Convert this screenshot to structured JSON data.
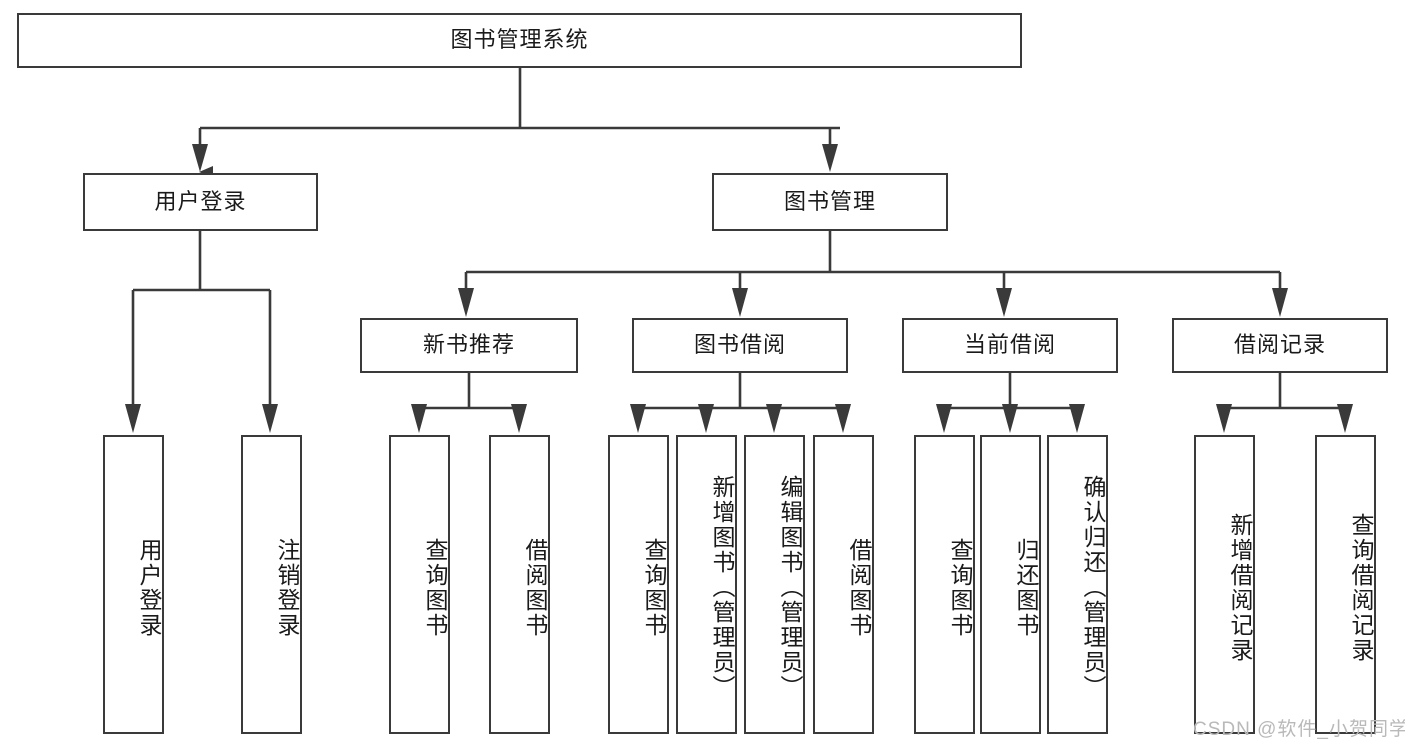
{
  "diagram": {
    "type": "tree-hierarchy-flowchart",
    "title_node": {
      "id": "root",
      "label": "图书管理系统"
    },
    "level1": [
      {
        "id": "user-login",
        "label": "用户登录"
      },
      {
        "id": "book-management",
        "label": "图书管理"
      }
    ],
    "level2": [
      {
        "id": "new-book-recommend",
        "label": "新书推荐",
        "parent": "book-management"
      },
      {
        "id": "book-borrow",
        "label": "图书借阅",
        "parent": "book-management"
      },
      {
        "id": "current-borrow",
        "label": "当前借阅",
        "parent": "book-management"
      },
      {
        "id": "borrow-record",
        "label": "借阅记录",
        "parent": "book-management"
      }
    ],
    "leaves": [
      {
        "id": "leaf-user-login",
        "label": "用户登录",
        "parent": "user-login"
      },
      {
        "id": "leaf-logout",
        "label": "注销登录",
        "parent": "user-login"
      },
      {
        "id": "leaf-query-book-1",
        "label": "查询图书",
        "parent": "new-book-recommend"
      },
      {
        "id": "leaf-borrow-book-1",
        "label": "借阅图书",
        "parent": "new-book-recommend"
      },
      {
        "id": "leaf-query-book-2",
        "label": "查询图书",
        "parent": "book-borrow"
      },
      {
        "id": "leaf-add-book",
        "label": "新增图书（管理员）",
        "parent": "book-borrow"
      },
      {
        "id": "leaf-edit-book",
        "label": "编辑图书（管理员）",
        "parent": "book-borrow"
      },
      {
        "id": "leaf-borrow-book-2",
        "label": "借阅图书",
        "parent": "book-borrow"
      },
      {
        "id": "leaf-query-book-3",
        "label": "查询图书",
        "parent": "current-borrow"
      },
      {
        "id": "leaf-return-book",
        "label": "归还图书",
        "parent": "current-borrow"
      },
      {
        "id": "leaf-confirm-return",
        "label": "确认归还（管理员）",
        "parent": "current-borrow"
      },
      {
        "id": "leaf-add-record",
        "label": "新增借阅记录",
        "parent": "borrow-record"
      },
      {
        "id": "leaf-query-record",
        "label": "查询借阅记录",
        "parent": "borrow-record"
      }
    ],
    "colors": {
      "stroke": "#3a3a3a",
      "box_fill": "#ffffff",
      "text": "#1a1a1a",
      "background": "#ffffff",
      "watermark": "#b9b9b9"
    }
  },
  "watermark": {
    "text": "CSDN @软件_小贺同学"
  }
}
